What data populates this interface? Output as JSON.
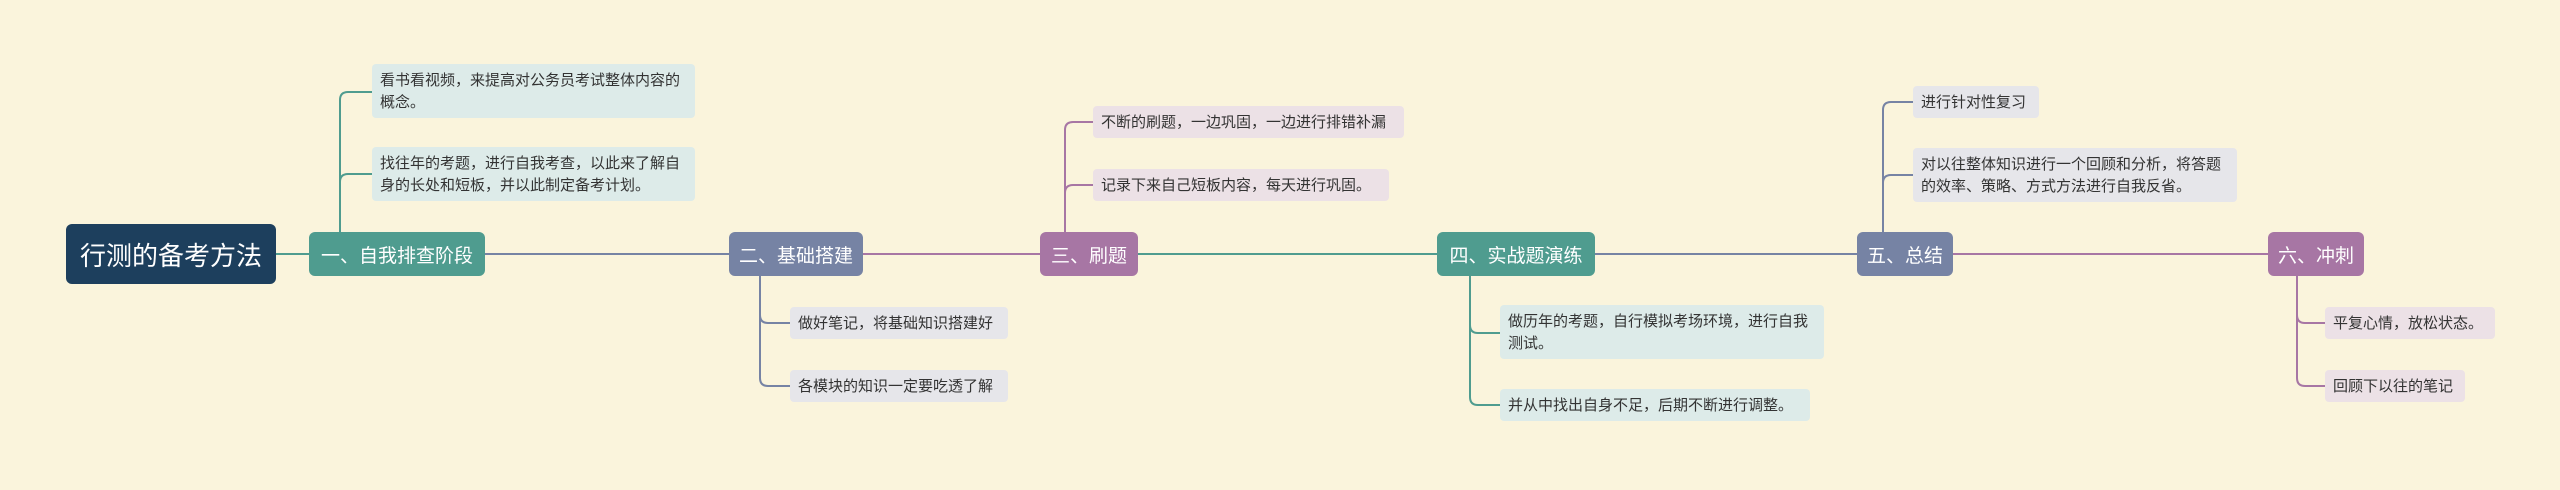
{
  "root": {
    "label": "行测的备考方法"
  },
  "branches": [
    {
      "label": "一、自我排查阶段",
      "color": "#4f9c8f",
      "leaf_bg": "#ddebe9",
      "leaves": [
        "看书看视频，来提高对公务员考试整体内容的概念。",
        "找往年的考题，进行自我考查，以此来了解自身的长处和短板，并以此制定备考计划。"
      ]
    },
    {
      "label": "二、基础搭建",
      "color": "#7683a4",
      "leaf_bg": "#e6e6ea",
      "leaves": [
        "做好笔记，将基础知识搭建好",
        "各模块的知识一定要吃透了解"
      ]
    },
    {
      "label": "三、刷题",
      "color": "#a776a4",
      "leaf_bg": "#ece1e6",
      "leaves": [
        "不断的刷题，一边巩固，一边进行排错补漏",
        "记录下来自己短板内容，每天进行巩固。"
      ]
    },
    {
      "label": "四、实战题演练",
      "color": "#4f9c8f",
      "leaf_bg": "#ddebe9",
      "leaves": [
        "做历年的考题，自行模拟考场环境，进行自我测试。",
        "并从中找出自身不足，后期不断进行调整。"
      ]
    },
    {
      "label": "五、总结",
      "color": "#7683a4",
      "leaf_bg": "#e6e6ea",
      "leaves": [
        "进行针对性复习",
        "对以往整体知识进行一个回顾和分析，将答题的效率、策略、方式方法进行自我反省。"
      ]
    },
    {
      "label": "六、冲刺",
      "color": "#a776a4",
      "leaf_bg": "#ece1e6",
      "leaves": [
        "平复心情，放松状态。",
        "回顾下以往的笔记"
      ]
    }
  ]
}
